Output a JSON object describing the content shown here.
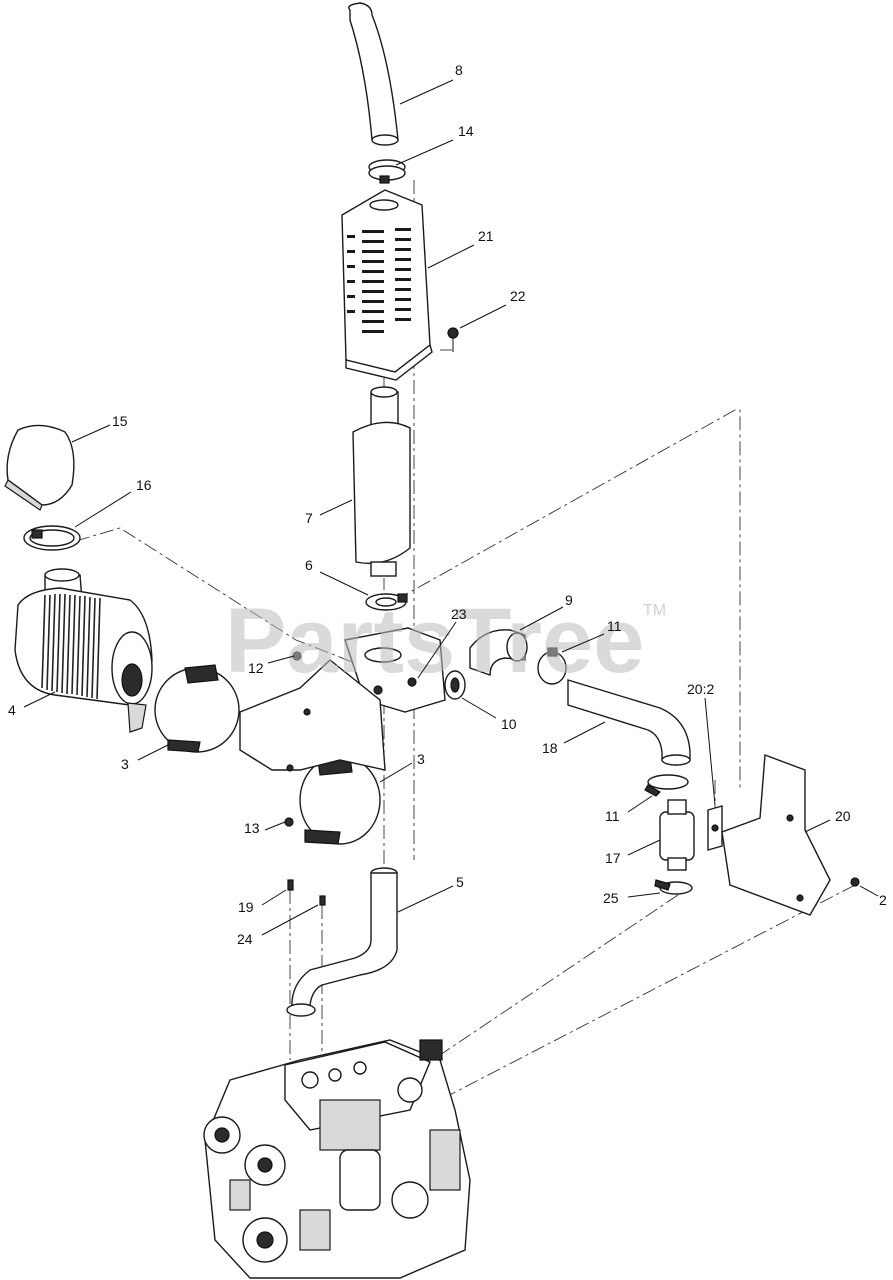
{
  "watermark": {
    "text": "PartsTree",
    "trademark": "TM"
  },
  "callouts": [
    {
      "id": "c8",
      "label": "8"
    },
    {
      "id": "c14",
      "label": "14"
    },
    {
      "id": "c21",
      "label": "21"
    },
    {
      "id": "c22",
      "label": "22"
    },
    {
      "id": "c15",
      "label": "15"
    },
    {
      "id": "c16",
      "label": "16"
    },
    {
      "id": "c7",
      "label": "7"
    },
    {
      "id": "c6",
      "label": "6"
    },
    {
      "id": "c9",
      "label": "9"
    },
    {
      "id": "c11a",
      "label": "11"
    },
    {
      "id": "c23",
      "label": "23"
    },
    {
      "id": "c12",
      "label": "12"
    },
    {
      "id": "c4",
      "label": "4"
    },
    {
      "id": "c10",
      "label": "10"
    },
    {
      "id": "c18",
      "label": "18"
    },
    {
      "id": "c20_2",
      "label": "20:2"
    },
    {
      "id": "c3a",
      "label": "3"
    },
    {
      "id": "c3b",
      "label": "3"
    },
    {
      "id": "c11b",
      "label": "11"
    },
    {
      "id": "c13",
      "label": "13"
    },
    {
      "id": "c20",
      "label": "20"
    },
    {
      "id": "c17",
      "label": "17"
    },
    {
      "id": "c5",
      "label": "5"
    },
    {
      "id": "c19",
      "label": "19"
    },
    {
      "id": "c25",
      "label": "25"
    },
    {
      "id": "c2",
      "label": "2"
    },
    {
      "id": "c24",
      "label": "24"
    }
  ]
}
